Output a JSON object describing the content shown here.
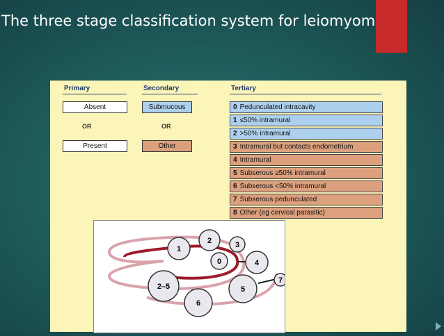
{
  "slide": {
    "title": "The three stage classification system for leiomyoma"
  },
  "table": {
    "headers": {
      "primary": "Primary",
      "secondary": "Secondary",
      "tertiary": "Tertiary"
    },
    "primary": {
      "top": "Absent",
      "or": "OR",
      "bottom": "Present"
    },
    "secondary": {
      "top": "Submucous",
      "or": "OR",
      "bottom": "Other"
    },
    "tertiary": [
      {
        "num": "0",
        "label": "Pedunculated intracavity",
        "color": "#aed0ef"
      },
      {
        "num": "1",
        "label": "≤50% intramural",
        "color": "#aed0ef"
      },
      {
        "num": "2",
        "label": ">50% intramural",
        "color": "#aed0ef"
      },
      {
        "num": "3",
        "label": "Intramural but contacts endometrium",
        "color": "#dca07e"
      },
      {
        "num": "4",
        "label": "Intramural",
        "color": "#dca07e"
      },
      {
        "num": "5",
        "label": "Subserous ≥50% intramural",
        "color": "#dca07e"
      },
      {
        "num": "6",
        "label": "Subserous <50% intramural",
        "color": "#dca07e"
      },
      {
        "num": "7",
        "label": "Subserous pedunculated",
        "color": "#dca07e"
      },
      {
        "num": "8",
        "label": "Other (eg cervical parasitic)",
        "color": "#dca07e"
      }
    ]
  },
  "diagram": {
    "labels": [
      "0",
      "1",
      "2",
      "3",
      "4",
      "2–5",
      "5",
      "6",
      "7"
    ]
  },
  "colors": {
    "accent": "#c62a2a",
    "panel": "#fcf5b9",
    "submucous_blue": "#aed0ef",
    "other_brown": "#dca07e",
    "header_navy": "#1f3b6b"
  }
}
